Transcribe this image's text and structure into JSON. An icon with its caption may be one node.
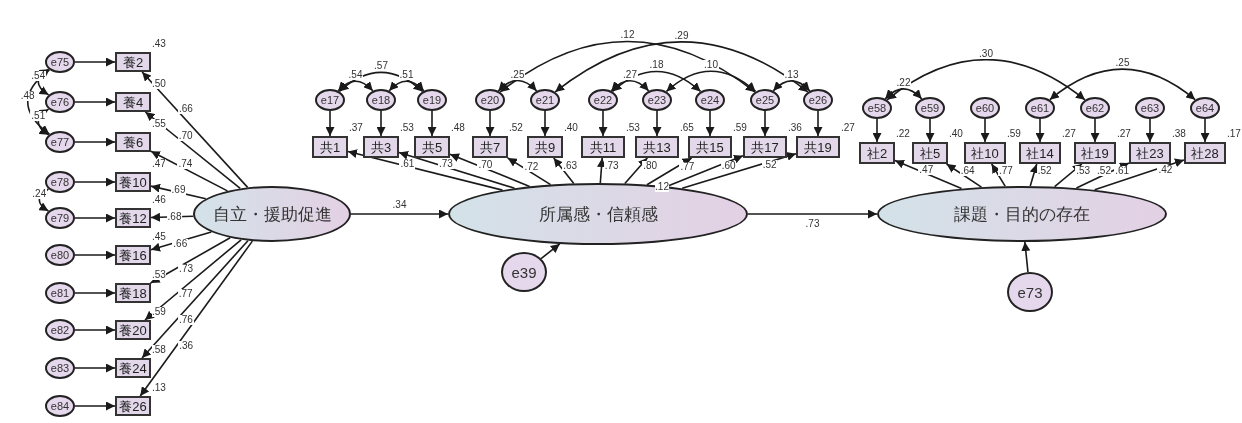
{
  "diagram": {
    "nodes": [
      {
        "text": [
          "自立・援助促進"
        ]
      },
      {
        "text": [
          "e75"
        ]
      },
      {
        "text": [
          "e76"
        ]
      },
      {
        "text": [
          "e77"
        ]
      },
      {
        "text": [
          "e78"
        ]
      },
      {
        "text": [
          "e79"
        ]
      },
      {
        "text": [
          "e80"
        ]
      },
      {
        "text": [
          "e81"
        ]
      },
      {
        "text": [
          "e82"
        ]
      },
      {
        "text": [
          "e83"
        ]
      },
      {
        "text": [
          "e84"
        ]
      },
      {
        "text": [
          "養2"
        ],
        "beside": [
          ".43"
        ]
      },
      {
        "text": [
          "養4"
        ],
        "beside": [
          ".50"
        ]
      },
      {
        "text": [
          "養6"
        ],
        "beside": [
          ".55"
        ]
      },
      {
        "text": [
          "養10"
        ],
        "beside": [
          ".47"
        ]
      },
      {
        "text": [
          "養12"
        ],
        "beside": [
          ".46"
        ]
      },
      {
        "text": [
          "養16"
        ],
        "beside": [
          ".45"
        ]
      },
      {
        "text": [
          "養18"
        ],
        "beside": [
          ".53"
        ]
      },
      {
        "text": [
          "養20"
        ],
        "beside": [
          ".59"
        ]
      },
      {
        "text": [
          "養24"
        ],
        "beside": [
          ".58"
        ]
      },
      {
        "text": [
          "養26"
        ],
        "beside": [
          ".13"
        ]
      },
      {
        "text": [
          "所属感・信頼感"
        ]
      },
      {
        "text": [
          "e39"
        ]
      },
      {
        "text": [
          "e17"
        ]
      },
      {
        "text": [
          "e18"
        ]
      },
      {
        "text": [
          "e19"
        ]
      },
      {
        "text": [
          "e20"
        ]
      },
      {
        "text": [
          "e21"
        ]
      },
      {
        "text": [
          "e22"
        ]
      },
      {
        "text": [
          "e23"
        ]
      },
      {
        "text": [
          "e24"
        ]
      },
      {
        "text": [
          "e25"
        ]
      },
      {
        "text": [
          "e26"
        ]
      },
      {
        "text": [
          "共1"
        ],
        "beside": [
          ".37"
        ]
      },
      {
        "text": [
          "共3"
        ],
        "beside": [
          ".53"
        ]
      },
      {
        "text": [
          "共5"
        ],
        "beside": [
          ".48"
        ]
      },
      {
        "text": [
          "共7"
        ],
        "beside": [
          ".52"
        ]
      },
      {
        "text": [
          "共9"
        ],
        "beside": [
          ".40"
        ]
      },
      {
        "text": [
          "共11"
        ],
        "beside": [
          ".53"
        ]
      },
      {
        "text": [
          "共13"
        ],
        "beside": [
          ".65"
        ]
      },
      {
        "text": [
          "共15"
        ],
        "beside": [
          ".59"
        ]
      },
      {
        "text": [
          "共17"
        ],
        "beside": [
          ".36"
        ]
      },
      {
        "text": [
          "共19"
        ],
        "beside": [
          ".27"
        ]
      },
      {
        "text": [
          "課題・目的の存在"
        ]
      },
      {
        "text": [
          "e73"
        ]
      },
      {
        "text": [
          "e58"
        ]
      },
      {
        "text": [
          "e59"
        ]
      },
      {
        "text": [
          "e60"
        ]
      },
      {
        "text": [
          "e61"
        ]
      },
      {
        "text": [
          "e62"
        ]
      },
      {
        "text": [
          "e63"
        ]
      },
      {
        "text": [
          "e64"
        ]
      },
      {
        "text": [
          "社2"
        ],
        "beside": [
          ".22"
        ]
      },
      {
        "text": [
          "社5"
        ],
        "beside": [
          ".40"
        ]
      },
      {
        "text": [
          "社10"
        ],
        "beside": [
          ".59"
        ]
      },
      {
        "text": [
          "社14"
        ],
        "beside": [
          ".27"
        ]
      },
      {
        "text": [
          "社19"
        ],
        "beside": [
          ".27"
        ]
      },
      {
        "text": [
          "社23"
        ],
        "beside": [
          ".38"
        ]
      },
      {
        "text": [
          "社28"
        ],
        "beside": [
          ".17"
        ]
      }
    ],
    "edges": [
      {
        "from": 1,
        "to": 11,
        "arrow": "to"
      },
      {
        "from": 2,
        "to": 12,
        "arrow": "to"
      },
      {
        "from": 3,
        "to": 13,
        "arrow": "to"
      },
      {
        "from": 4,
        "to": 14,
        "arrow": "to"
      },
      {
        "from": 5,
        "to": 15,
        "arrow": "to"
      },
      {
        "from": 6,
        "to": 16,
        "arrow": "to"
      },
      {
        "from": 7,
        "to": 17,
        "arrow": "to"
      },
      {
        "from": 8,
        "to": 18,
        "arrow": "to"
      },
      {
        "from": 9,
        "to": 19,
        "arrow": "to"
      },
      {
        "from": 10,
        "to": 20,
        "arrow": "to"
      },
      {
        "from": 0,
        "to": 11,
        "arrow": "to",
        "label": ".66"
      },
      {
        "from": 0,
        "to": 12,
        "arrow": "to",
        "label": ".70"
      },
      {
        "from": 0,
        "to": 13,
        "arrow": "to",
        "label": ".74"
      },
      {
        "from": 0,
        "to": 14,
        "arrow": "to",
        "label": ".69"
      },
      {
        "from": 0,
        "to": 15,
        "arrow": "to",
        "label": ".68"
      },
      {
        "from": 0,
        "to": 16,
        "arrow": "to",
        "label": ".66"
      },
      {
        "from": 0,
        "to": 17,
        "arrow": "to",
        "label": ".73"
      },
      {
        "from": 0,
        "to": 18,
        "arrow": "to",
        "label": ".77"
      },
      {
        "from": 0,
        "to": 19,
        "arrow": "to",
        "label": ".76"
      },
      {
        "from": 0,
        "to": 20,
        "arrow": "to",
        "label": ".36"
      },
      {
        "from": 1,
        "to": 2,
        "arrow": "both",
        "label": ".54"
      },
      {
        "from": 2,
        "to": 3,
        "arrow": "both",
        "label": ".51"
      },
      {
        "from": 1,
        "to": 3,
        "arrow": "both",
        "label": ".48"
      },
      {
        "from": 4,
        "to": 5,
        "arrow": "both",
        "label": ".24"
      },
      {
        "from": 23,
        "to": 33,
        "arrow": "to"
      },
      {
        "from": 24,
        "to": 34,
        "arrow": "to"
      },
      {
        "from": 25,
        "to": 35,
        "arrow": "to"
      },
      {
        "from": 26,
        "to": 36,
        "arrow": "to"
      },
      {
        "from": 27,
        "to": 37,
        "arrow": "to"
      },
      {
        "from": 28,
        "to": 38,
        "arrow": "to"
      },
      {
        "from": 29,
        "to": 39,
        "arrow": "to"
      },
      {
        "from": 30,
        "to": 40,
        "arrow": "to"
      },
      {
        "from": 31,
        "to": 41,
        "arrow": "to"
      },
      {
        "from": 32,
        "to": 42,
        "arrow": "to"
      },
      {
        "from": 21,
        "to": 33,
        "arrow": "to",
        "label": ".61"
      },
      {
        "from": 21,
        "to": 34,
        "arrow": "to",
        "label": ".73"
      },
      {
        "from": 21,
        "to": 35,
        "arrow": "to",
        "label": ".70"
      },
      {
        "from": 21,
        "to": 36,
        "arrow": "to",
        "label": ".72"
      },
      {
        "from": 21,
        "to": 37,
        "arrow": "to",
        "label": ".63"
      },
      {
        "from": 21,
        "to": 38,
        "arrow": "to",
        "label": ".73"
      },
      {
        "from": 21,
        "to": 39,
        "arrow": "to",
        "label": ".80"
      },
      {
        "from": 21,
        "to": 40,
        "arrow": "to",
        "label": ".77"
      },
      {
        "from": 21,
        "to": 41,
        "arrow": "to",
        "label": ".60"
      },
      {
        "from": 21,
        "to": 42,
        "arrow": "to",
        "label": ".52"
      },
      {
        "from": 23,
        "to": 24,
        "arrow": "both",
        "label": ".54"
      },
      {
        "from": 24,
        "to": 25,
        "arrow": "both",
        "label": ".51"
      },
      {
        "from": 23,
        "to": 25,
        "arrow": "both",
        "label": ".57"
      },
      {
        "from": 26,
        "to": 27,
        "arrow": "both",
        "label": ".25"
      },
      {
        "from": 28,
        "to": 29,
        "arrow": "both",
        "label": ".27"
      },
      {
        "from": 28,
        "to": 30,
        "arrow": "both",
        "label": ".18"
      },
      {
        "from": 29,
        "to": 31,
        "arrow": "both",
        "label": ".10"
      },
      {
        "from": 31,
        "to": 32,
        "arrow": "both",
        "label": ".13"
      },
      {
        "from": 26,
        "to": 31,
        "arrow": "both",
        "label": ".12"
      },
      {
        "from": 27,
        "to": 32,
        "arrow": "both",
        "label": ".29"
      },
      {
        "from": 45,
        "to": 52,
        "arrow": "to"
      },
      {
        "from": 46,
        "to": 53,
        "arrow": "to"
      },
      {
        "from": 47,
        "to": 54,
        "arrow": "to"
      },
      {
        "from": 48,
        "to": 55,
        "arrow": "to"
      },
      {
        "from": 49,
        "to": 56,
        "arrow": "to"
      },
      {
        "from": 50,
        "to": 57,
        "arrow": "to"
      },
      {
        "from": 51,
        "to": 58,
        "arrow": "to"
      },
      {
        "from": 43,
        "to": 52,
        "arrow": "to",
        "label": ".47"
      },
      {
        "from": 43,
        "to": 53,
        "arrow": "to",
        "label": ".64"
      },
      {
        "from": 43,
        "to": 54,
        "arrow": "to",
        "label": ".77"
      },
      {
        "from": 43,
        "to": 55,
        "arrow": "to",
        "label": ".52"
      },
      {
        "from": 43,
        "to": 56,
        "arrow": "to",
        "label": ".53"
      },
      {
        "from": 43,
        "to": 57,
        "arrow": "to",
        "label": ".61"
      },
      {
        "from": 43,
        "to": 58,
        "arrow": "to",
        "label": ".42"
      },
      {
        "from": 45,
        "to": 46,
        "arrow": "both",
        "label": ".22"
      },
      {
        "from": 45,
        "to": 49,
        "arrow": "both",
        "label": ".30"
      },
      {
        "from": 48,
        "to": 51,
        "arrow": "both",
        "label": ".25"
      },
      {
        "from": 0,
        "to": 21,
        "arrow": "to",
        "label": ".34"
      },
      {
        "from": 21,
        "to": 43,
        "arrow": "to",
        "label": ".73"
      },
      {
        "from": 22,
        "to": 21,
        "arrow": "to"
      },
      {
        "from": 44,
        "to": 43,
        "arrow": "to"
      }
    ],
    "labels": [
      ".12",
      ".52"
    ]
  }
}
